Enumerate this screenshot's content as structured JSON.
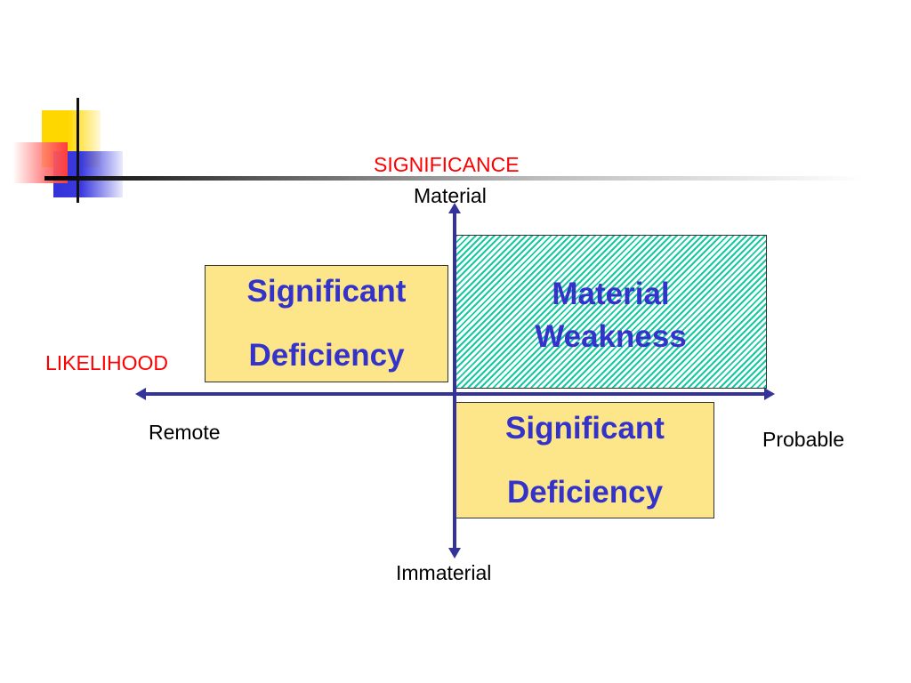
{
  "slide": {
    "colors": {
      "axis": "#333399",
      "box_fill": "#fde68a",
      "box_text": "#3333cc",
      "hatch": "#16c9a0",
      "axis_title": "#ff0000"
    }
  },
  "vertical_axis": {
    "title": "SIGNIFICANCE",
    "top_label": "Material",
    "bottom_label": "Immaterial"
  },
  "horizontal_axis": {
    "title": "LIKELIHOOD",
    "left_label": "Remote",
    "right_label": "Probable"
  },
  "quadrants": {
    "upper_left": {
      "line1": "Significant",
      "line2": "Deficiency"
    },
    "upper_right": {
      "line1": "Material",
      "line2": "Weakness"
    },
    "lower_right": {
      "line1": "Significant",
      "line2": "Deficiency"
    }
  }
}
